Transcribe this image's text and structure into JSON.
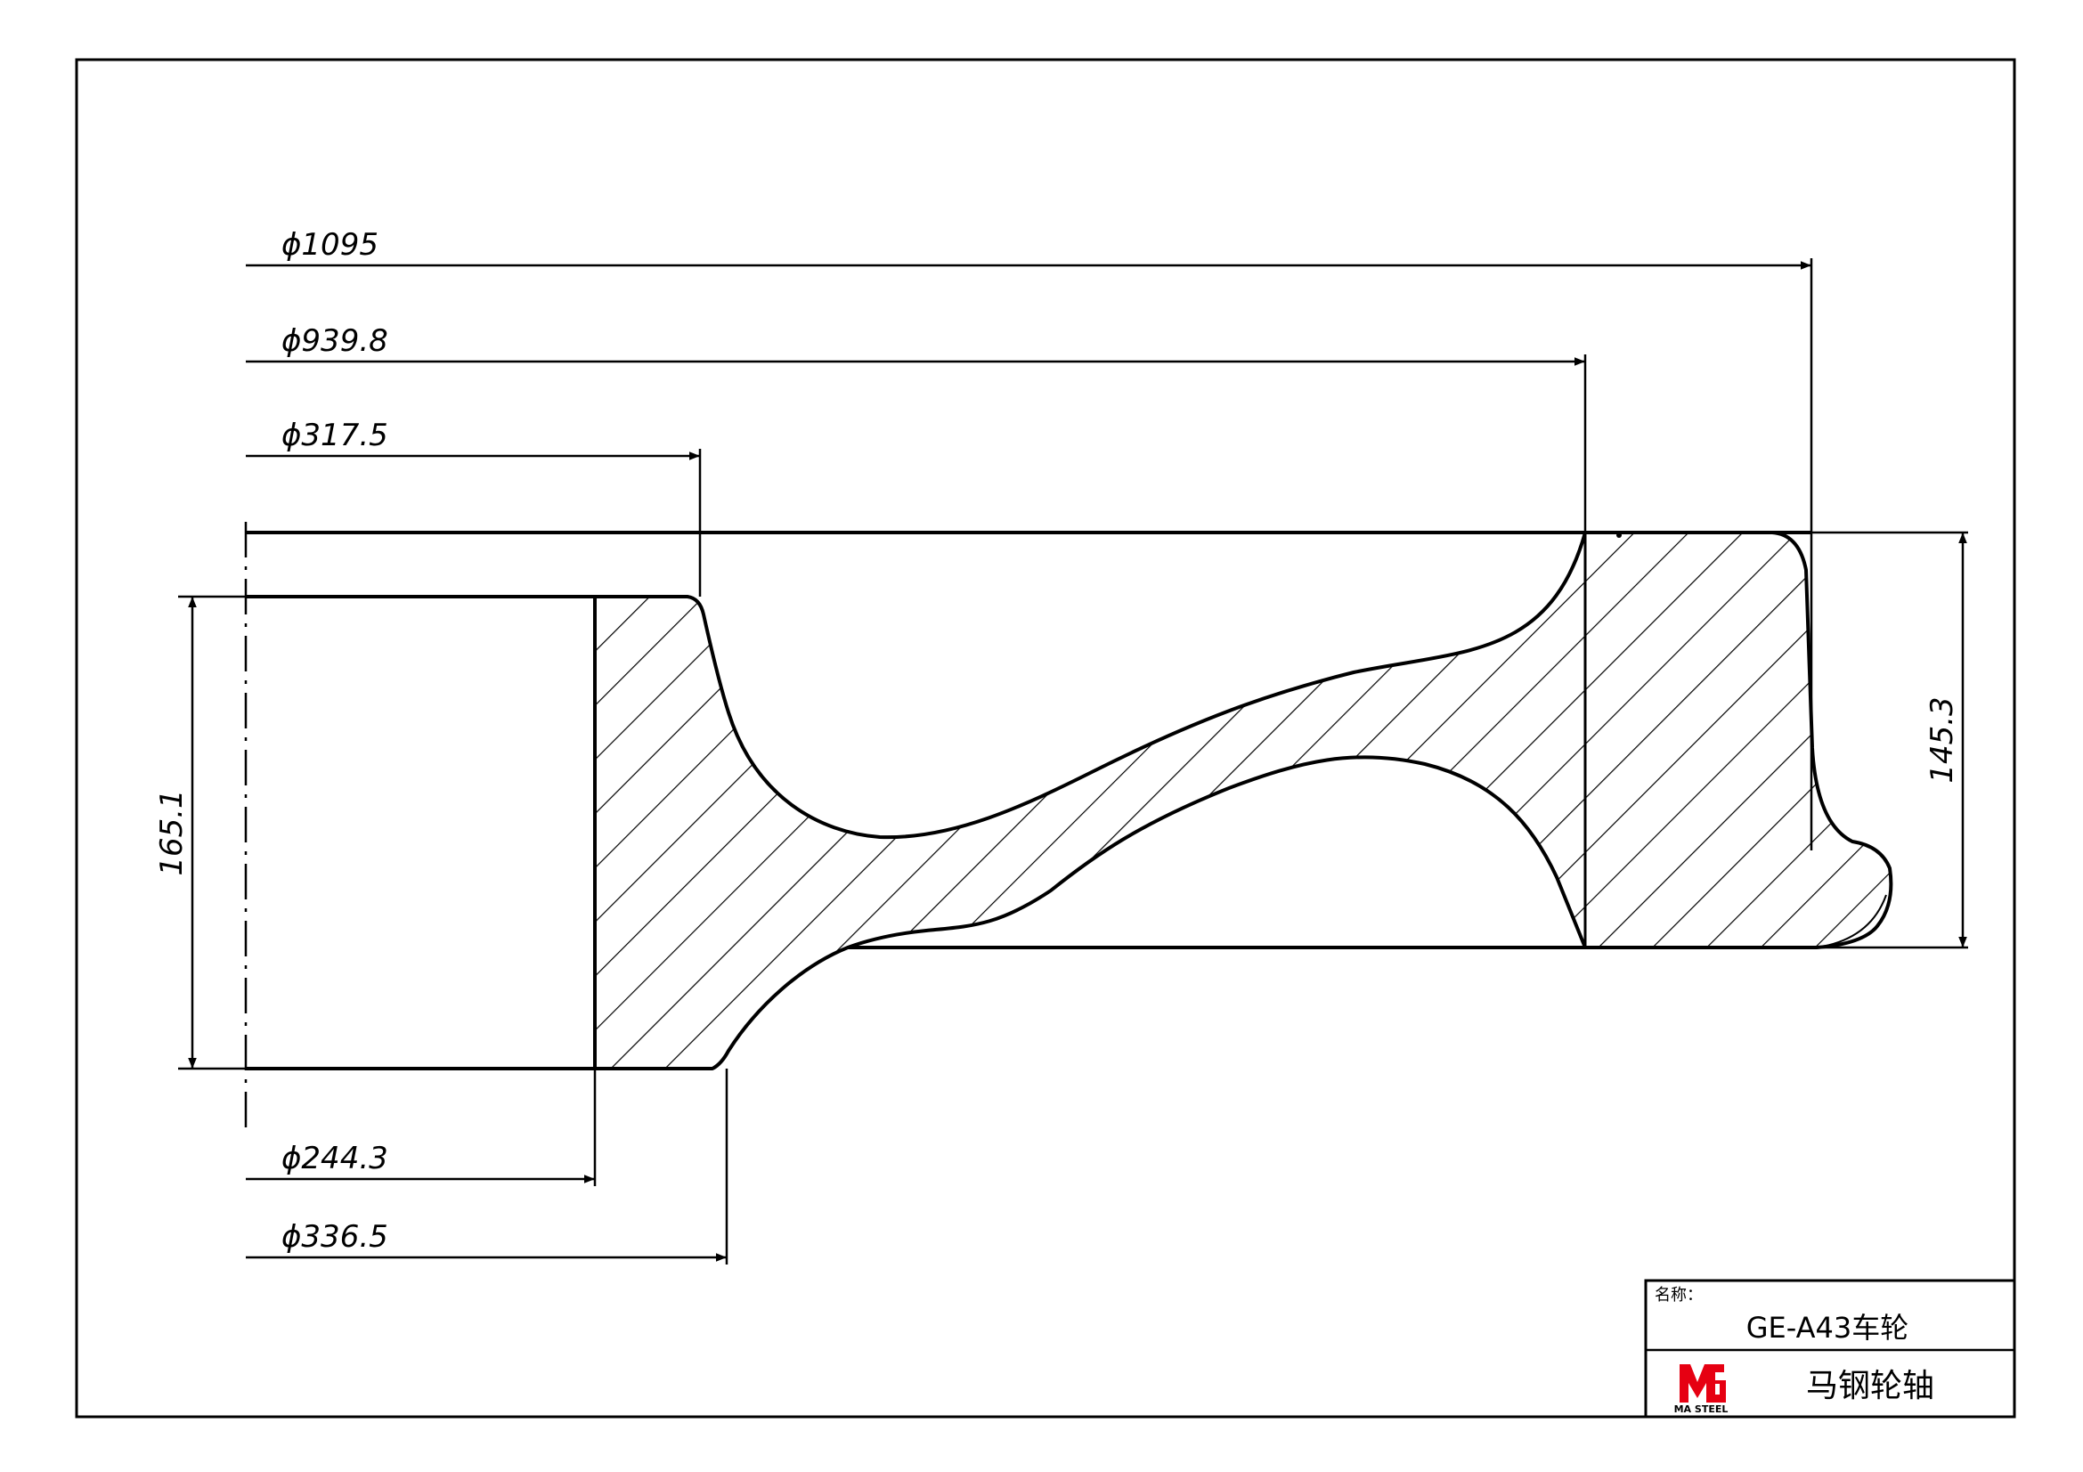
{
  "dimensions": {
    "d_1095": "ϕ1095",
    "d_939_8": "ϕ939.8",
    "d_317_5": "ϕ317.5",
    "d_244_3": "ϕ244.3",
    "d_336_5": "ϕ336.5",
    "hub_length": "165.1",
    "rim_width": "145.3"
  },
  "title_block": {
    "name_label": "名称：",
    "part_name": "GE-A43车轮",
    "company": "马钢轮轴",
    "logo_text": "MA STEEL"
  },
  "colors": {
    "ink": "#000000",
    "logo_red": "#e60012"
  }
}
